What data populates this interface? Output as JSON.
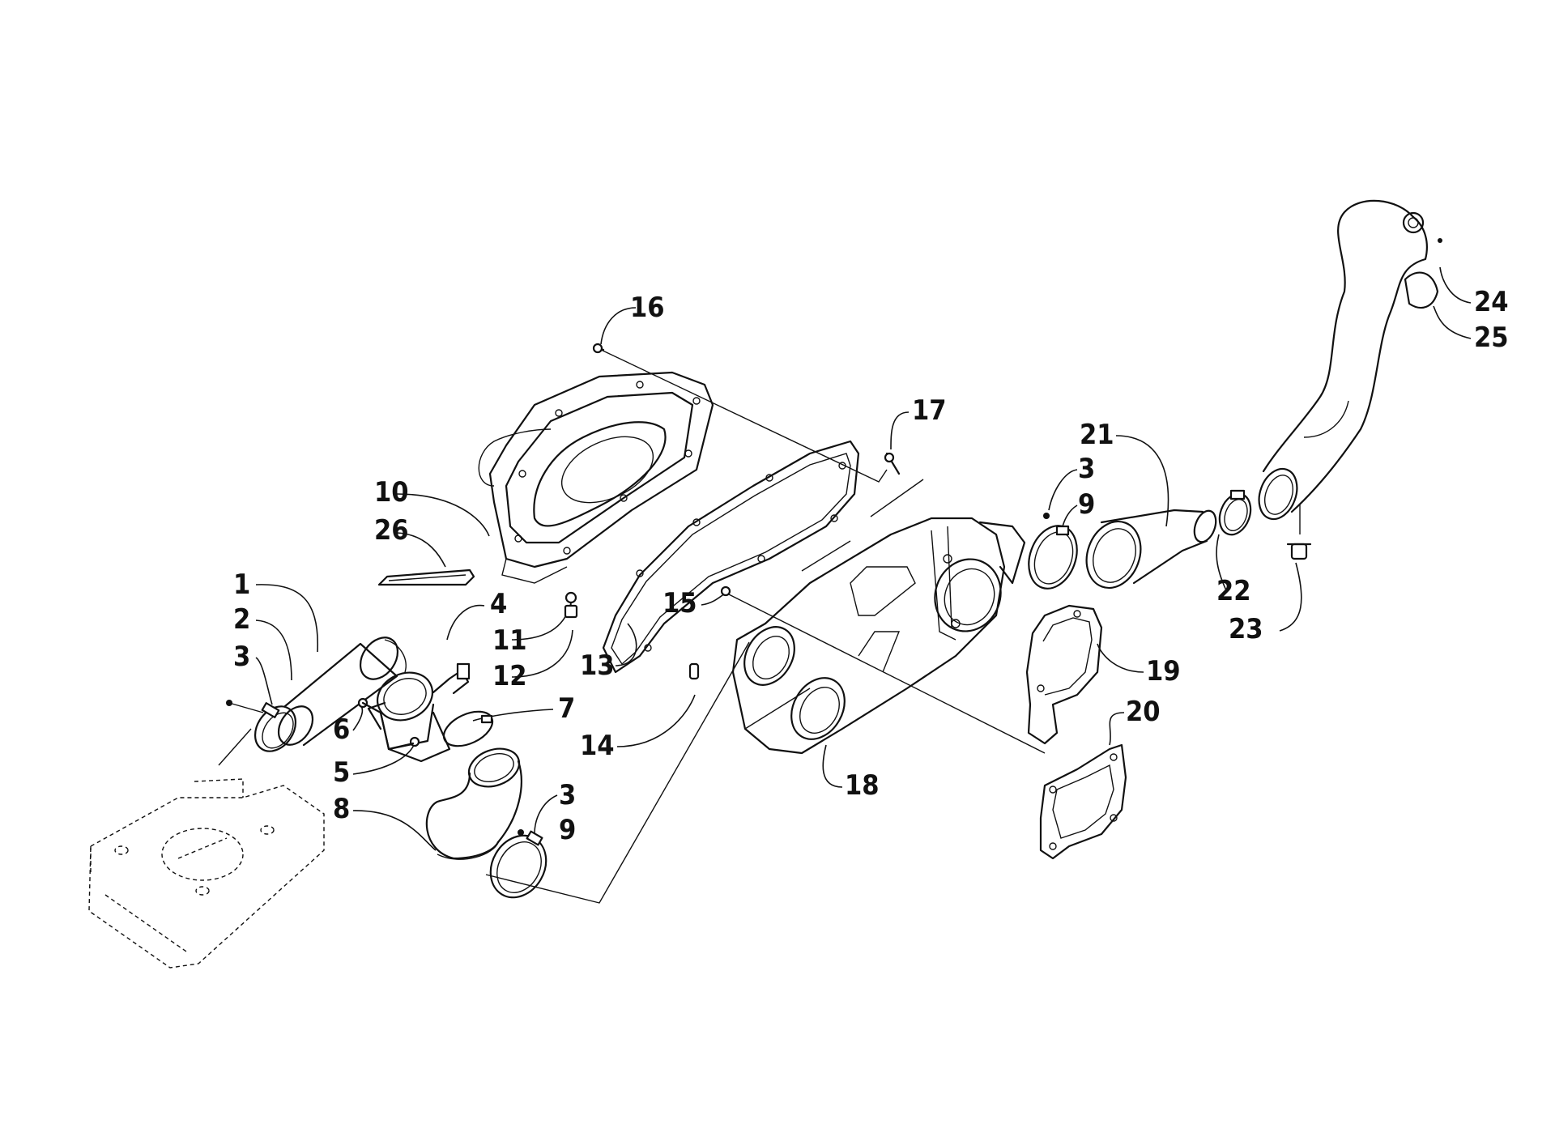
{
  "callouts": [
    {
      "id": "c1",
      "label": "1"
    },
    {
      "id": "c2",
      "label": "2"
    },
    {
      "id": "c3a",
      "label": "3"
    },
    {
      "id": "c4",
      "label": "4"
    },
    {
      "id": "c5",
      "label": "5"
    },
    {
      "id": "c6",
      "label": "6"
    },
    {
      "id": "c7",
      "label": "7"
    },
    {
      "id": "c8",
      "label": "8"
    },
    {
      "id": "c3b",
      "label": "3"
    },
    {
      "id": "c9a",
      "label": "9"
    },
    {
      "id": "c10",
      "label": "10"
    },
    {
      "id": "c11",
      "label": "11"
    },
    {
      "id": "c12",
      "label": "12"
    },
    {
      "id": "c13",
      "label": "13"
    },
    {
      "id": "c14",
      "label": "14"
    },
    {
      "id": "c15",
      "label": "15"
    },
    {
      "id": "c16",
      "label": "16"
    },
    {
      "id": "c17",
      "label": "17"
    },
    {
      "id": "c18",
      "label": "18"
    },
    {
      "id": "c3c",
      "label": "3"
    },
    {
      "id": "c9b",
      "label": "9"
    },
    {
      "id": "c19",
      "label": "19"
    },
    {
      "id": "c20",
      "label": "20"
    },
    {
      "id": "c21",
      "label": "21"
    },
    {
      "id": "c22",
      "label": "22"
    },
    {
      "id": "c23",
      "label": "23"
    },
    {
      "id": "c24",
      "label": "24"
    },
    {
      "id": "c25",
      "label": "25"
    },
    {
      "id": "c26",
      "label": "26"
    }
  ]
}
